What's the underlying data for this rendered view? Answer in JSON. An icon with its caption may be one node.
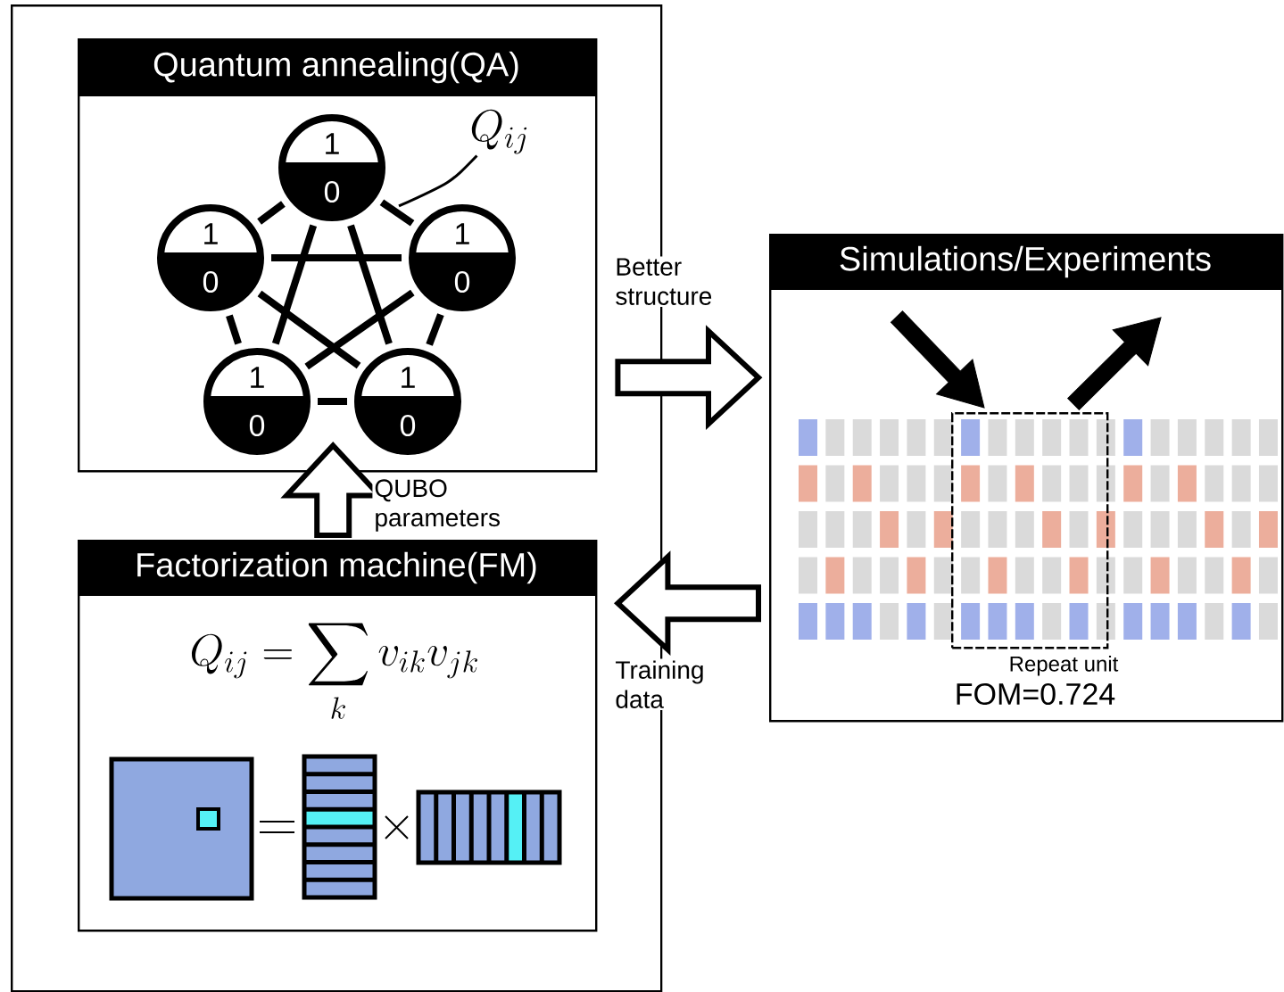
{
  "diagram": {
    "nodes": [
      {
        "text": [],
        "shape": "box"
      },
      {
        "text": [
          "Quantum annealing(QA)"
        ],
        "in": 0
      },
      {
        "text": [
          "1",
          "0"
        ],
        "in": 1
      },
      {
        "text": [
          "1",
          "0"
        ],
        "in": 1
      },
      {
        "text": [
          "1",
          "0"
        ],
        "in": 1
      },
      {
        "text": [
          "1",
          "0"
        ],
        "in": 1
      },
      {
        "text": [
          "1",
          "0"
        ],
        "in": 1
      },
      {
        "text": [
          "Q_{ij}"
        ],
        "in": 1
      },
      {
        "text": [
          "Factorization machine(FM)",
          "Q_{ij} = \\sum_{k} v_{ik} v_{jk}"
        ],
        "in": 0
      },
      {
        "text": [
          "Simulations/Experiments"
        ]
      },
      {
        "text": [
          "Repeat unit"
        ],
        "in": 9
      }
    ],
    "edges": [
      {
        "from": 2,
        "to": 3,
        "arrow": "none"
      },
      {
        "from": 2,
        "to": 4,
        "arrow": "none"
      },
      {
        "from": 2,
        "to": 5,
        "arrow": "none"
      },
      {
        "from": 2,
        "to": 6,
        "arrow": "none"
      },
      {
        "from": 3,
        "to": 4,
        "arrow": "none"
      },
      {
        "from": 3,
        "to": 5,
        "arrow": "none"
      },
      {
        "from": 3,
        "to": 6,
        "arrow": "none"
      },
      {
        "from": 4,
        "to": 5,
        "arrow": "none"
      },
      {
        "from": 4,
        "to": 6,
        "arrow": "none"
      },
      {
        "from": 5,
        "to": 6,
        "arrow": "none"
      },
      {
        "from": 7,
        "to": null,
        "arrow": "none"
      },
      {
        "from": 1,
        "to": 9,
        "arrow": "to",
        "label": "Better structure"
      },
      {
        "from": 9,
        "to": 8,
        "arrow": "to",
        "label": "Training data"
      },
      {
        "from": 8,
        "to": 1,
        "arrow": "to",
        "label": "QUBO parameters"
      },
      {
        "from": null,
        "to": 10,
        "arrow": "to",
        "style": "thick"
      },
      {
        "from": 10,
        "to": null,
        "arrow": "to",
        "style": "thick"
      }
    ],
    "labels": [
      "FOM=0.724"
    ]
  }
}
